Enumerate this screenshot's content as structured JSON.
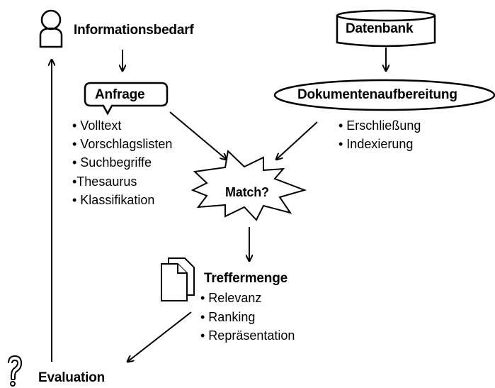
{
  "nodes": {
    "informationsbedarf": "Informationsbedarf",
    "datenbank": "Datenbank",
    "anfrage": "Anfrage",
    "dokumentenaufbereitung": "Dokumentenaufbereitung",
    "match": "Match?",
    "treffermenge": "Treffermenge",
    "evaluation": "Evaluation"
  },
  "anfrage_items": [
    "• Volltext",
    "• Vorschlagslisten",
    "• Suchbegriffe",
    "•Thesaurus",
    "• Klassifikation"
  ],
  "dokument_items": [
    "• Erschließung",
    "• Indexierung"
  ],
  "treffer_items": [
    "• Relevanz",
    "• Ranking",
    "• Repräsentation"
  ],
  "icons": {
    "person": "person-icon",
    "database": "database-icon",
    "documents": "documents-icon",
    "question": "question-mark-icon"
  }
}
